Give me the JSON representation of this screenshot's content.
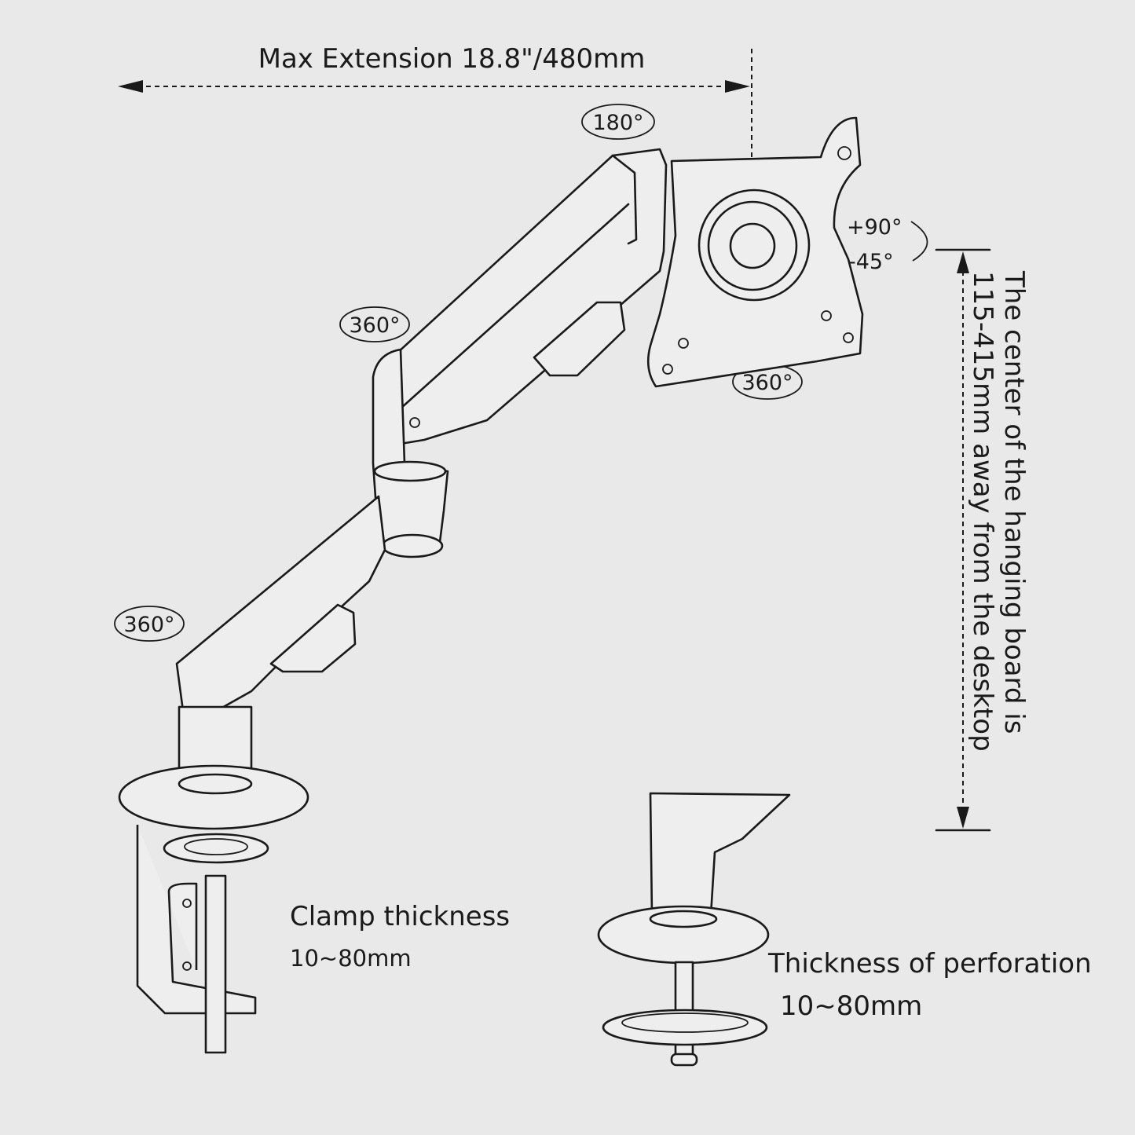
{
  "diagram": {
    "max_extension_label": "Max Extension 18.8\"/480mm",
    "rotations": {
      "vesa_top": "180°",
      "tilt_up": "+90°",
      "tilt_down": "-45°",
      "upper_arm": "360°",
      "vesa_plate": "360°",
      "base": "360°"
    },
    "height_note_line1": "The center of the hanging board is",
    "height_note_line2": "115-415mm away from the desktop",
    "clamp": {
      "title": "Clamp thickness",
      "range": "10~80mm"
    },
    "grommet": {
      "title": "Thickness of perforation",
      "range": "10~80mm"
    }
  }
}
